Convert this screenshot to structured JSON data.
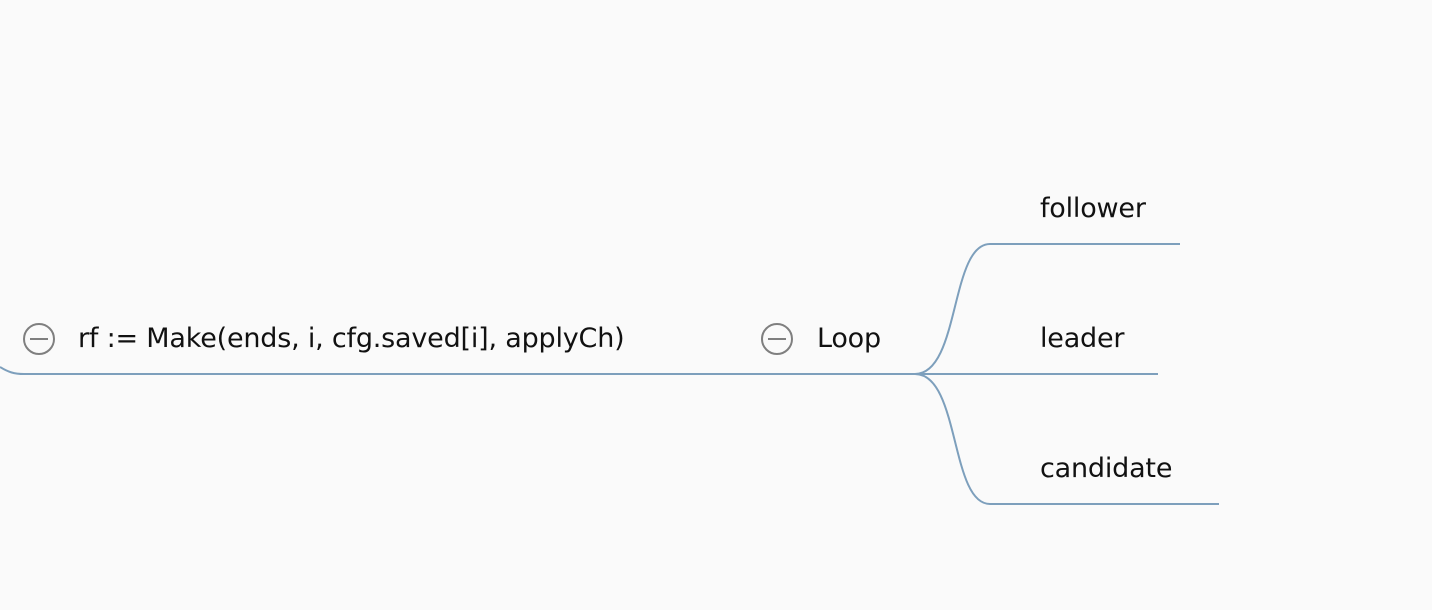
{
  "mindmap": {
    "root_node": {
      "label": "rf := Make(ends, i, cfg.saved[i], applyCh)",
      "toggle_icon": "collapse-minus-icon"
    },
    "loop_node": {
      "label": "Loop",
      "toggle_icon": "collapse-minus-icon"
    },
    "children": [
      {
        "label": "follower"
      },
      {
        "label": "leader"
      },
      {
        "label": "candidate"
      }
    ]
  },
  "colors": {
    "background": "#fafafa",
    "link": "#7d9fbc",
    "text": "#111111",
    "toggle": "#7f7f7f"
  }
}
